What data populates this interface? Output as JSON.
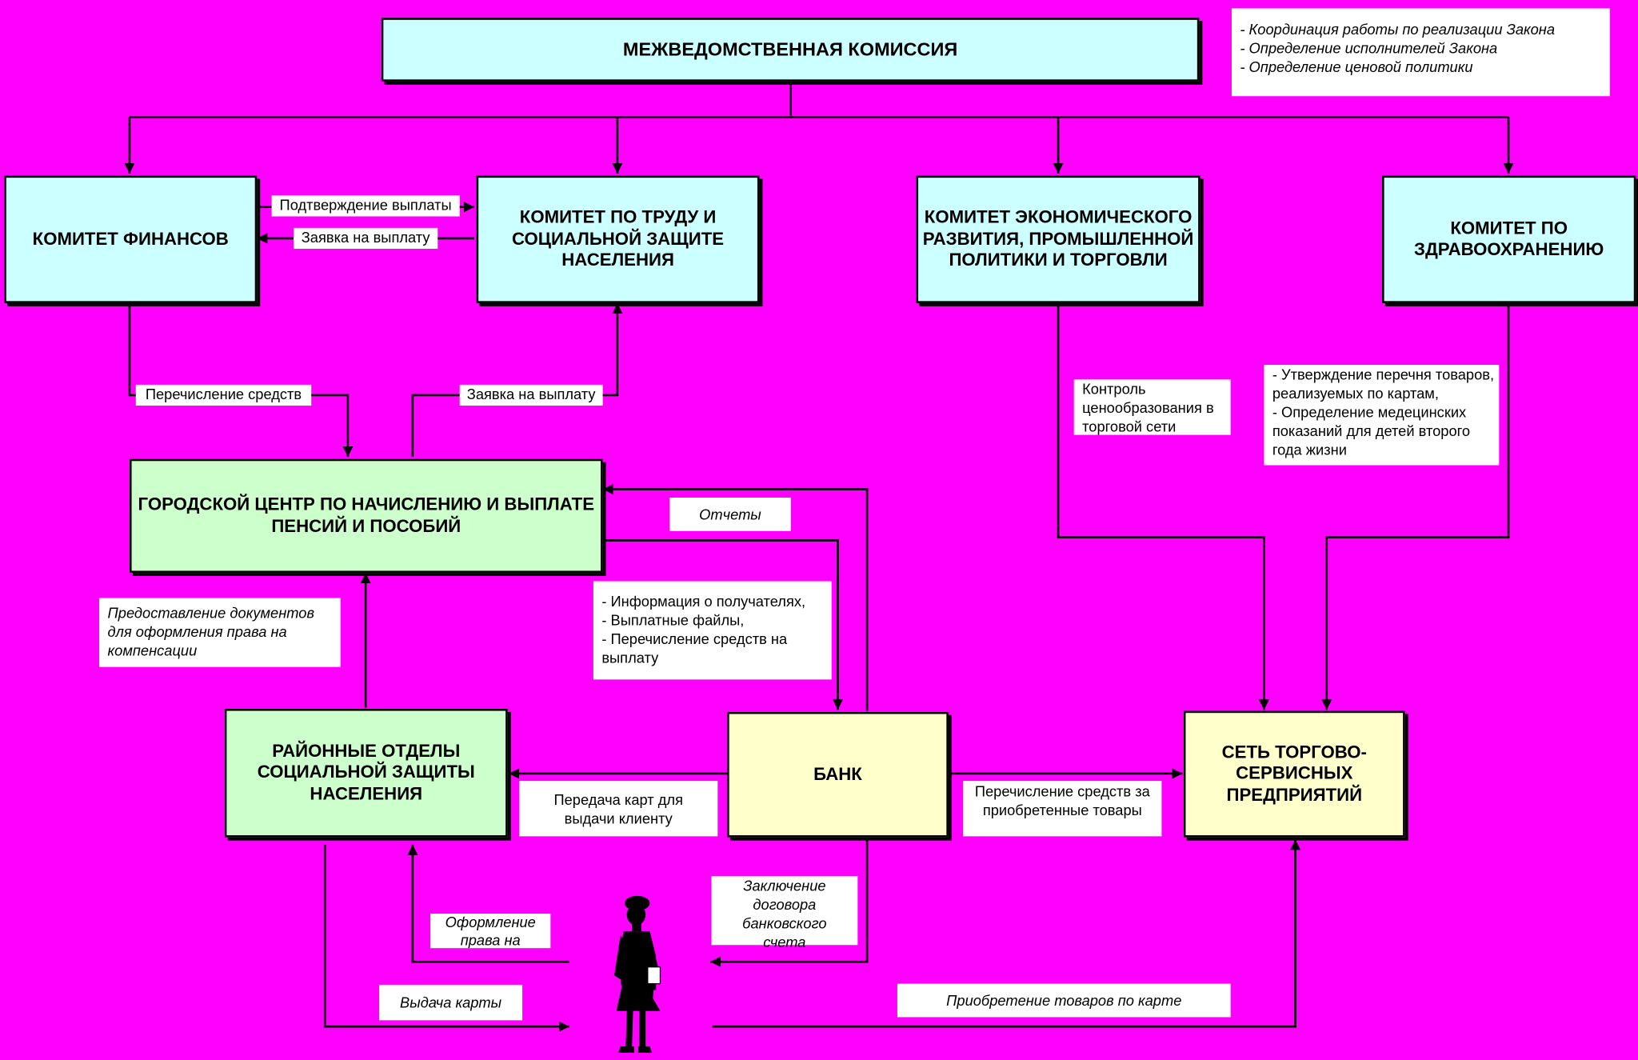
{
  "commission": {
    "title": "МЕЖВЕДОМСТВЕННАЯ КОМИССИЯ",
    "notes": [
      "- Координация работы по реализации Закона",
      "- Определение исполнителей Закона",
      "- Определение ценовой политики"
    ]
  },
  "committees": {
    "finance": "КОМИТЕТ ФИНАНСОВ",
    "labor": "КОМИТЕТ ПО ТРУДУ И СОЦИАЛЬНОЙ ЗАЩИТЕ НАСЕЛЕНИЯ",
    "economy": "КОМИТЕТ ЭКОНОМИЧЕСКОГО РАЗВИТИЯ, ПРОМЫШЛЕННОЙ ПОЛИТИКИ И ТОРГОВЛИ",
    "health": "КОМИТЕТ ПО ЗДРАВООХРАНЕНИЮ"
  },
  "center": "ГОРОДСКОЙ ЦЕНТР ПО НАЧИСЛЕНИЮ И ВЫПЛАТЕ ПЕНСИЙ И ПОСОБИЙ",
  "district": "РАЙОННЫЕ ОТДЕЛЫ СОЦИАЛЬНОЙ ЗАЩИТЫ НАСЕЛЕНИЯ",
  "bank": "БАНК",
  "network": "СЕТЬ ТОРГОВО-СЕРВИСНЫХ ПРЕДПРИЯТИЙ",
  "labels": {
    "payment_confirm": "Подтверждение выплаты",
    "payment_request_1": "Заявка на выплату",
    "funds_transfer": "Перечисление средств",
    "payment_request_2": "Заявка на выплату",
    "price_control": "Контроль ценообразования в торговой сети",
    "health_list": [
      "- Утверждение перечня товаров, реализуемых по картам,",
      "- Определение медецинских показаний для детей второго года жизни"
    ],
    "reports": "Отчеты",
    "bank_info": [
      "- Информация о получателях,",
      "- Выплатные файлы,",
      "- Перечисление средств на выплату"
    ],
    "docs": "Предоставление документов для оформления права на компенсации",
    "card_transfer": "Передача карт для выдачи клиенту",
    "goods_payment": "Перечисление средств за приобретенные товары",
    "contract": "Заключение договора банковского счета",
    "registration": "Оформление права на компенсации",
    "card_issue": "Выдача карты",
    "purchase": "Приобретение товаров по карте"
  },
  "icons": {
    "person": "woman-silhouette-icon"
  },
  "colors": {
    "background": "#ff00ff",
    "committee_fill": "#ccffff",
    "center_fill": "#ccffcc",
    "bank_fill": "#ffffcc"
  }
}
